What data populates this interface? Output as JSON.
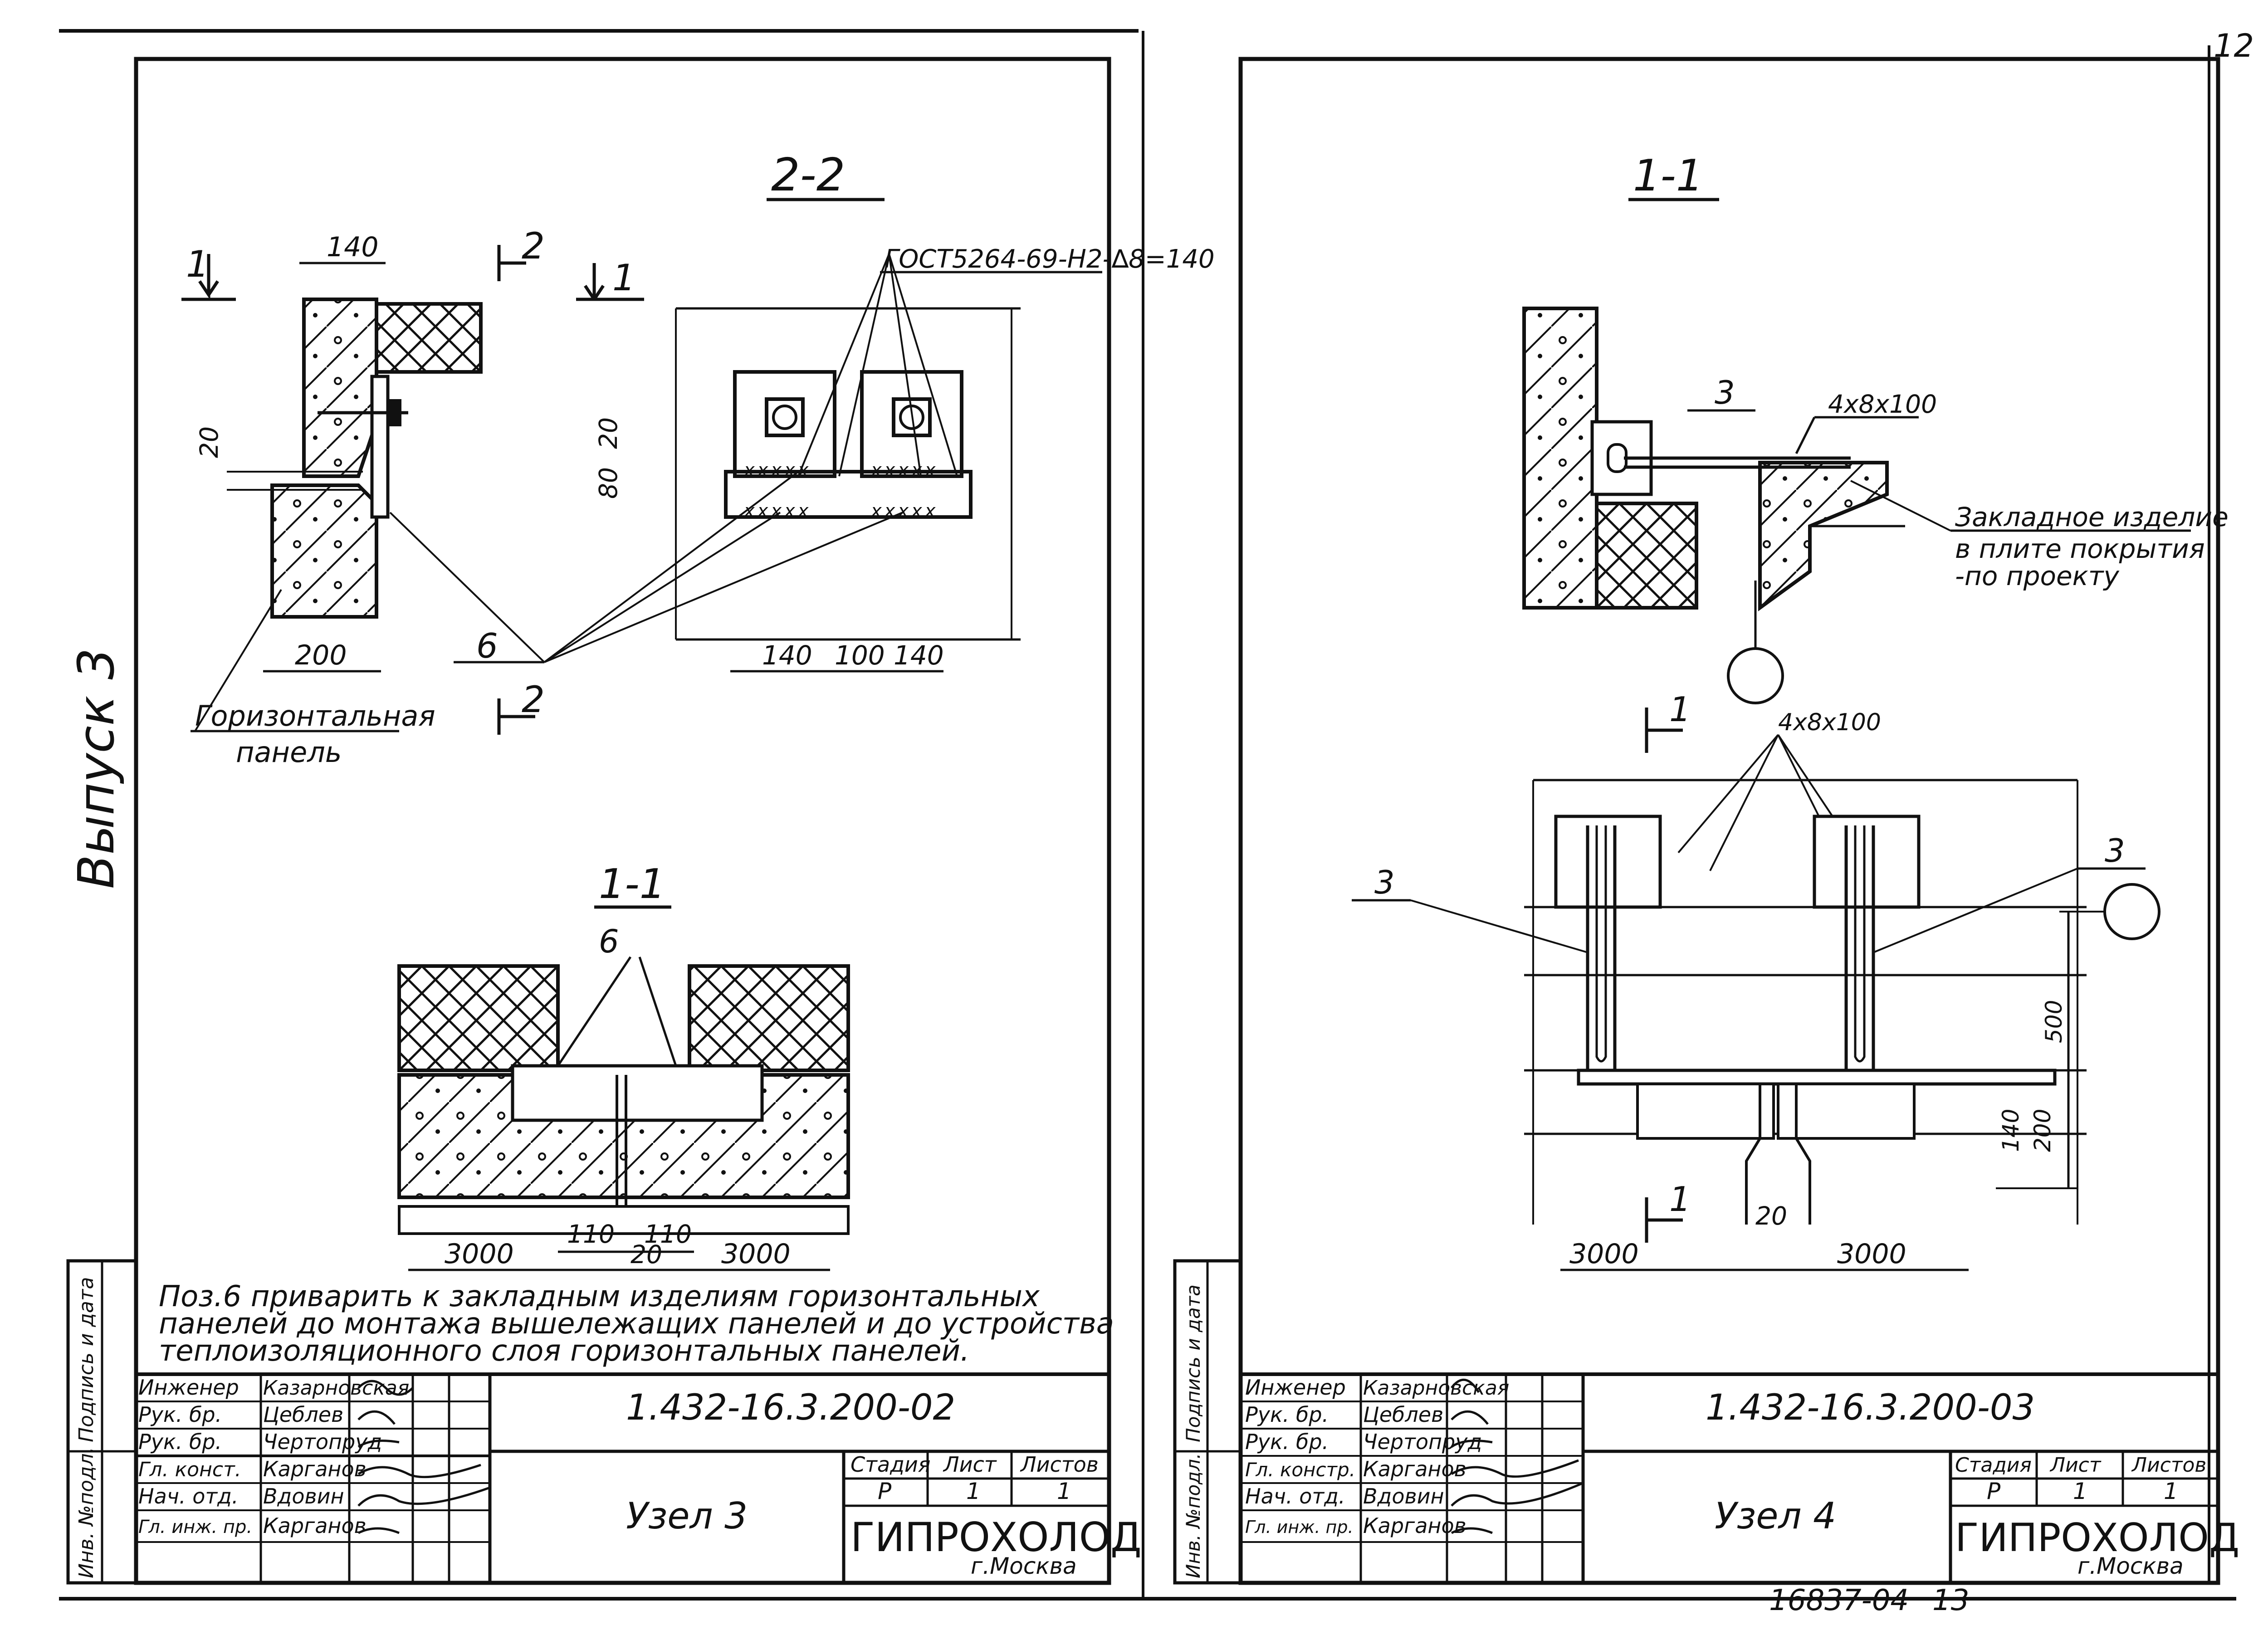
{
  "page": {
    "corner_number": "12",
    "archive_number": "16837-04",
    "page_number": "13"
  },
  "side_label": "Выпуск 3",
  "left_sheet": {
    "section_2": "2-2",
    "section_1": "1-1",
    "cut_mark_1": "1",
    "cut_mark_2": "2",
    "weld_callout": "ГОСТ5264-69-Н2-∆8=140",
    "pos_6": "6",
    "dims": {
      "d140": "140",
      "d200": "200",
      "d20": "20",
      "d80": "80",
      "d100": "100",
      "d110": "110",
      "d3000": "3000"
    },
    "panel_label_1": "Горизонтальная",
    "panel_label_2": "панель",
    "note_lines": [
      "Поз.6 приварить к закладным изделиям горизонтальных",
      "панелей до монтажа вышележащих панелей и до устройства",
      "теплоизоляционного слоя горизонтальных панелей."
    ],
    "title_block": {
      "doc_number": "1.432-16.3.200-02",
      "title": "Узел 3",
      "org": "ГИПРОХОЛОД",
      "city": "г.Москва",
      "stage_head": "Стадия",
      "sheet_head": "Лист",
      "sheets_head": "Листов",
      "stage": "Р",
      "sheet": "1",
      "sheets": "1",
      "staff": [
        {
          "role": "Инженер",
          "name": "Казарновская"
        },
        {
          "role": "Рук. бр.",
          "name": "Цеблев"
        },
        {
          "role": "Рук. бр.",
          "name": "Чертопруд"
        },
        {
          "role": "Гл. конст.",
          "name": "Карганов"
        },
        {
          "role": "Нач. отд.",
          "name": "Вдовин"
        },
        {
          "role": "Гл. инж. пр.",
          "name": "Карганов"
        }
      ],
      "side_cols": [
        "Инв. №подл.",
        "Подпись и дата"
      ]
    }
  },
  "right_sheet": {
    "section_1": "1-1",
    "pos_3": "3",
    "weld_size": "4x8x100",
    "embed_label_1": "Закладное изделие",
    "embed_label_2": "в плите покрытия",
    "embed_label_3": "-по проекту",
    "dims": {
      "d500": "500",
      "d140": "140",
      "d200": "200",
      "d20": "20",
      "d3000": "3000"
    },
    "cut_mark": "1",
    "title_block": {
      "doc_number": "1.432-16.3.200-03",
      "title": "Узел 4",
      "org": "ГИПРОХОЛОД",
      "city": "г.Москва",
      "stage_head": "Стадия",
      "sheet_head": "Лист",
      "sheets_head": "Листов",
      "stage": "Р",
      "sheet": "1",
      "sheets": "1",
      "staff": [
        {
          "role": "Инженер",
          "name": "Казарновская"
        },
        {
          "role": "Рук. бр.",
          "name": "Цеблев"
        },
        {
          "role": "Рук. бр.",
          "name": "Чертопруд"
        },
        {
          "role": "Гл. констр.",
          "name": "Карганов"
        },
        {
          "role": "Нач. отд.",
          "name": "Вдовин"
        },
        {
          "role": "Гл. инж. пр.",
          "name": "Карганов"
        }
      ],
      "side_cols": [
        "Инв. №подл.",
        "Подпись и дата"
      ]
    }
  }
}
